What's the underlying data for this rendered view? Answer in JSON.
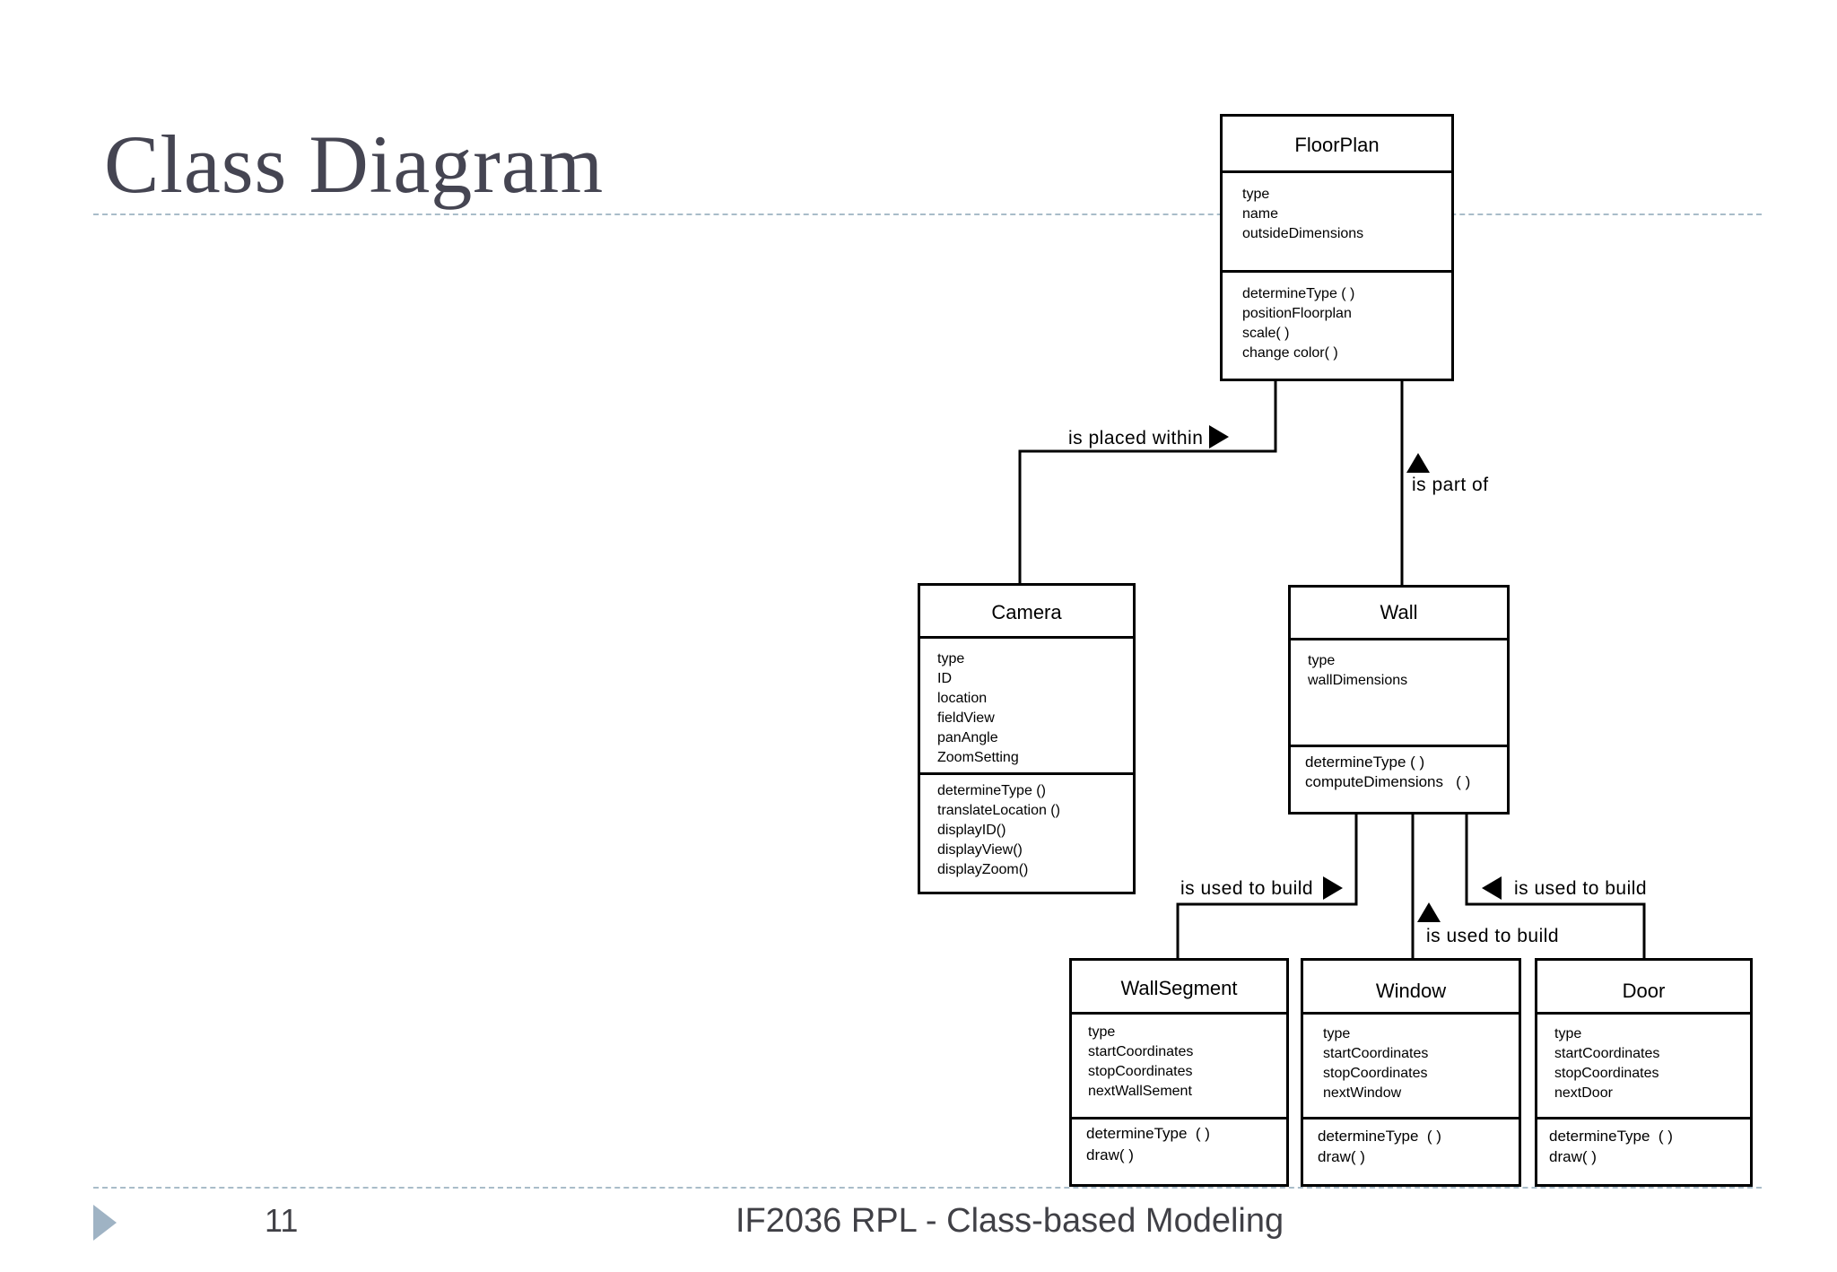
{
  "slide": {
    "title": "Class Diagram",
    "page_number": "11",
    "footer": "IF2036 RPL - Class-based Modeling"
  },
  "classes": {
    "floorplan": {
      "name": "FloorPlan",
      "attributes": [
        "type",
        "name",
        "outsideDimensions"
      ],
      "operations": [
        "determineType ( )",
        "positionFloorplan",
        "scale( )",
        "change color( )"
      ]
    },
    "camera": {
      "name": "Camera",
      "attributes": [
        "type",
        "ID",
        "location",
        "fieldView",
        "panAngle",
        "ZoomSetting"
      ],
      "operations": [
        "determineType ()",
        "translateLocation ()",
        "displayID()",
        "displayView()",
        "displayZoom()"
      ]
    },
    "wall": {
      "name": "Wall",
      "attributes": [
        "type",
        "wallDimensions"
      ],
      "operations": [
        "determineType ( )",
        "computeDimensions   ( )"
      ]
    },
    "wallsegment": {
      "name": "WallSegment",
      "attributes": [
        "type",
        "startCoordinates",
        "stopCoordinates",
        "nextWallSement"
      ],
      "operations": [
        "determineType  ( )",
        "draw( )"
      ]
    },
    "window": {
      "name": "Window",
      "attributes": [
        "type",
        "startCoordinates",
        "stopCoordinates",
        "nextWindow"
      ],
      "operations": [
        "determineType  ( )",
        "draw( )"
      ]
    },
    "door": {
      "name": "Door",
      "attributes": [
        "type",
        "startCoordinates",
        "stopCoordinates",
        "nextDoor"
      ],
      "operations": [
        "determineType  ( )",
        "draw( )"
      ]
    }
  },
  "relations": {
    "camera_floorplan": "is placed within",
    "wall_floorplan": "is part of",
    "wallsegment_wall": "is used to build",
    "window_wall": "is used to build",
    "door_wall": "is used to build"
  }
}
